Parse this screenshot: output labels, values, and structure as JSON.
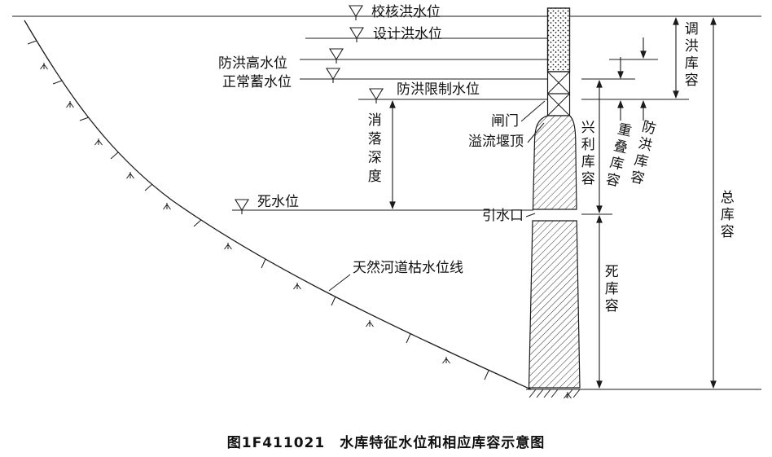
{
  "diagram": {
    "caption": "图1F411021　水库特征水位和相应库容示意图",
    "water_levels": {
      "check_flood": "校核洪水位",
      "design_flood": "设计洪水位",
      "flood_high": "防洪高水位",
      "normal_storage": "正常蓄水位",
      "flood_limit": "防洪限制水位",
      "dead_water": "死水位"
    },
    "structures": {
      "gate": "闸门",
      "weir_crest": "溢流堰顶",
      "intake": "引水口",
      "natural_channel": "天然河道枯水位线"
    },
    "capacities": {
      "beneficial": "兴利库容",
      "overlap": "重叠库容",
      "flood_control": "防洪库容",
      "flood_regulation": "调洪库容",
      "dead": "死库容",
      "total": "总库容"
    },
    "drawdown_depth": "消落深度",
    "colors": {
      "line": "#1b1b1b",
      "background": "#ffffff"
    }
  }
}
